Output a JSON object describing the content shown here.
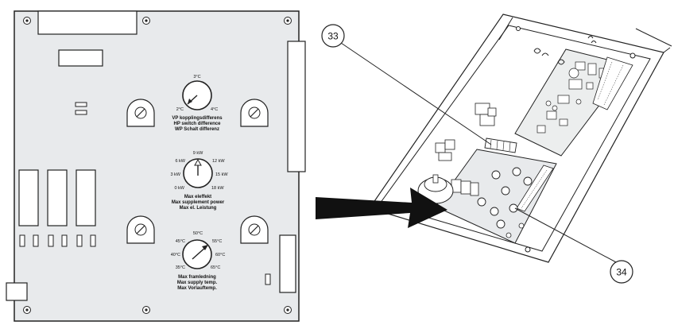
{
  "vp_dial": {
    "marks": [
      "3°C",
      "2°C",
      "4°C"
    ],
    "caption": [
      "VP kopplingsdifferens",
      "HP switch difference",
      "WP Schalt differenz"
    ]
  },
  "power_dial": {
    "marks": [
      "9 kW",
      "6 kW",
      "12 kW",
      "3 kW",
      "15 kW",
      "0 kW",
      "18 kW"
    ],
    "caption": [
      "Max eleffekt",
      "Max supplement power",
      "Max el. Leistung"
    ]
  },
  "temp_dial": {
    "marks": [
      "50°C",
      "45°C",
      "55°C",
      "40°C",
      "60°C",
      "35°C",
      "65°C"
    ],
    "caption": [
      "Max framledning",
      "Max supply temp.",
      "Max Vorlauftemp."
    ]
  },
  "callouts": [
    "33",
    "34"
  ]
}
